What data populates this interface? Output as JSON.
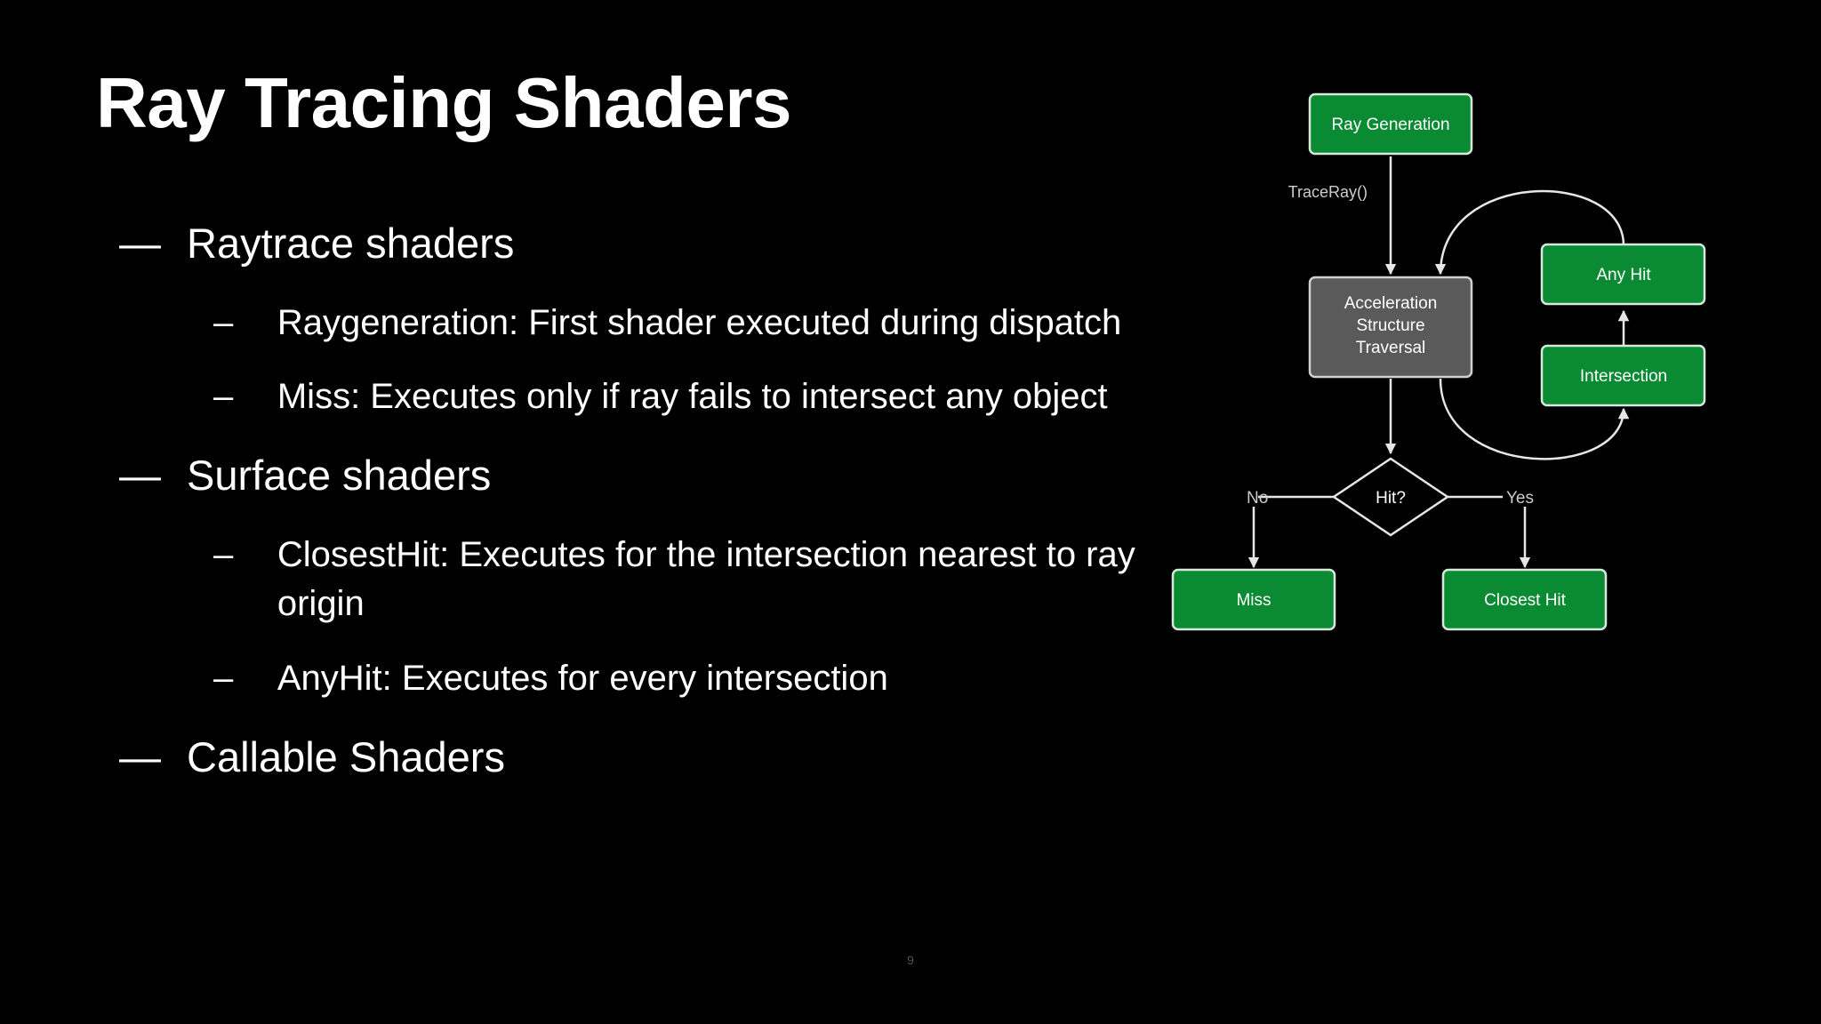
{
  "slide": {
    "title": "Ray Tracing Shaders",
    "page_number": "9"
  },
  "bullets": {
    "dash": "—",
    "subdash": "–",
    "items": [
      {
        "text": "Raytrace shaders"
      },
      {
        "text": "Raygeneration: First shader executed during dispatch"
      },
      {
        "text": "Miss: Executes only if ray fails to intersect any object"
      },
      {
        "text": "Surface shaders"
      },
      {
        "text": "ClosestHit: Executes for the intersection nearest to ray origin"
      },
      {
        "text": "AnyHit: Executes for every intersection"
      },
      {
        "text": "Callable Shaders"
      }
    ]
  },
  "diagram": {
    "nodes": {
      "ray_generation": "Ray Generation",
      "acceleration_line1": "Acceleration",
      "acceleration_line2": "Structure",
      "acceleration_line3": "Traversal",
      "any_hit": "Any Hit",
      "intersection": "Intersection",
      "hit_decision": "Hit?",
      "miss": "Miss",
      "closest_hit": "Closest Hit"
    },
    "labels": {
      "trace_ray": "TraceRay()",
      "no": "No",
      "yes": "Yes"
    },
    "colors": {
      "shader_fill": "#0a8a32",
      "shader_stroke": "#d8e8dc",
      "fixed_fill": "#5a5a5a",
      "fixed_stroke": "#d0d0d0",
      "line": "#e6e6e6"
    }
  }
}
